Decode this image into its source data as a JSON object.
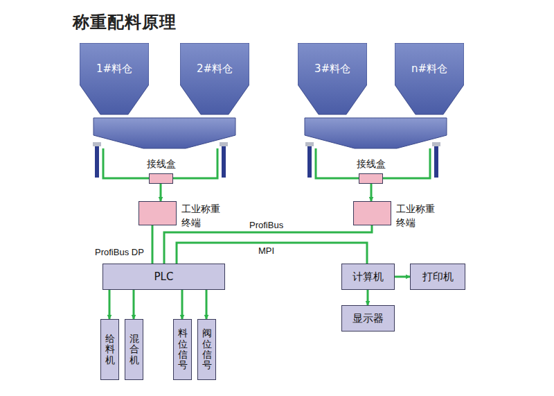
{
  "diagram": {
    "title": "称重配料原理",
    "nodes": [
      {
        "text": [
          "1#料仓"
        ]
      },
      {
        "text": [
          "2#料仓"
        ]
      },
      {
        "text": [
          "3#料仓"
        ]
      },
      {
        "text": [
          "n#料仓"
        ]
      },
      {
        "text": [
          "接线盒"
        ]
      },
      {
        "text": [
          "工业称重 终端"
        ]
      },
      {
        "text": [
          "接线盒"
        ]
      },
      {
        "text": [
          "工业称重 终端"
        ]
      },
      {
        "text": [
          "PLC"
        ]
      },
      {
        "text": [
          "计算机"
        ]
      },
      {
        "text": [
          "打印机"
        ]
      },
      {
        "text": [
          "显示器"
        ]
      },
      {
        "text": [
          "给料机"
        ]
      },
      {
        "text": [
          "混合机"
        ]
      },
      {
        "text": [
          "料位信号"
        ]
      },
      {
        "text": [
          "阀位信号"
        ]
      }
    ],
    "edges": [
      {
        "from": 4,
        "to": 5,
        "arrow": "to"
      },
      {
        "from": 6,
        "to": 7,
        "arrow": "to"
      },
      {
        "from": 5,
        "to": 8,
        "arrow": "none"
      },
      {
        "from": 7,
        "to": 8,
        "label": "ProfiBus",
        "arrow": "none"
      },
      {
        "from": 8,
        "to": 9,
        "label": "MPI",
        "arrow": "none"
      },
      {
        "from": 9,
        "to": 10,
        "arrow": "to"
      },
      {
        "from": 9,
        "to": 11,
        "arrow": "to"
      },
      {
        "from": 8,
        "to": 12,
        "arrow": "to"
      },
      {
        "from": 8,
        "to": 13,
        "arrow": "to"
      },
      {
        "from": 8,
        "to": 14,
        "arrow": "to"
      },
      {
        "from": 8,
        "to": 15,
        "arrow": "to"
      }
    ],
    "labels": [
      "ProfiBus DP"
    ]
  }
}
